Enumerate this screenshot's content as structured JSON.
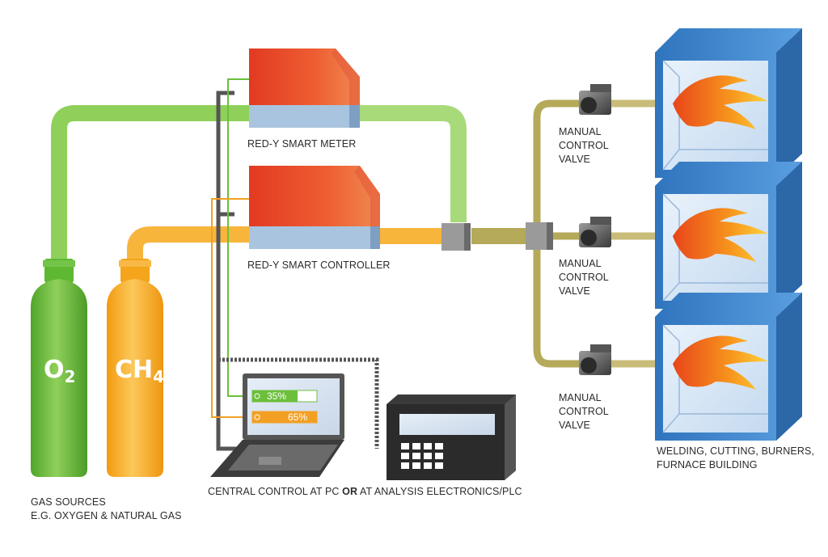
{
  "cylinders": {
    "oxygen": {
      "symbol": "O",
      "subscript": "2",
      "color": "#5fb832"
    },
    "methane": {
      "symbol": "CH",
      "subscript": "4",
      "color": "#f4a51c"
    }
  },
  "labels": {
    "gas_sources_line1": "GAS SOURCES",
    "gas_sources_line2": "E.G. OXYGEN & NATURAL GAS",
    "smart_meter": "RED-Y SMART METER",
    "smart_controller": "RED-Y SMART CONTROLLER",
    "central_control_pre": "CENTRAL CONTROL AT PC ",
    "central_control_bold": "OR",
    "central_control_post": " AT ANALYSIS ELECTRONICS/PLC",
    "valve_line1": "MANUAL",
    "valve_line2": "CONTROL",
    "valve_line3": "VALVE",
    "applications_line1": "WELDING, CUTTING, BURNERS,",
    "applications_line2": "FURNACE BUILDING"
  },
  "laptop_bars": [
    {
      "value_label": "35%",
      "percent": 35,
      "color": "#6cbf3a"
    },
    {
      "value_label": "65%",
      "percent": 65,
      "color": "#f2a024"
    }
  ],
  "colors": {
    "oxygen_pipe": "#8fd05a",
    "methane_pipe": "#f7b53c",
    "mixed_pipe": "#b5a95a",
    "device_red": "#e8452a",
    "device_blue": "#a9c4df",
    "furnace_blue": "#3d86cf",
    "flame_orange": "#f07a1a"
  },
  "icons": {
    "flame": "flame-icon",
    "valve": "valve-icon",
    "laptop": "laptop-icon",
    "plc": "plc-icon"
  }
}
